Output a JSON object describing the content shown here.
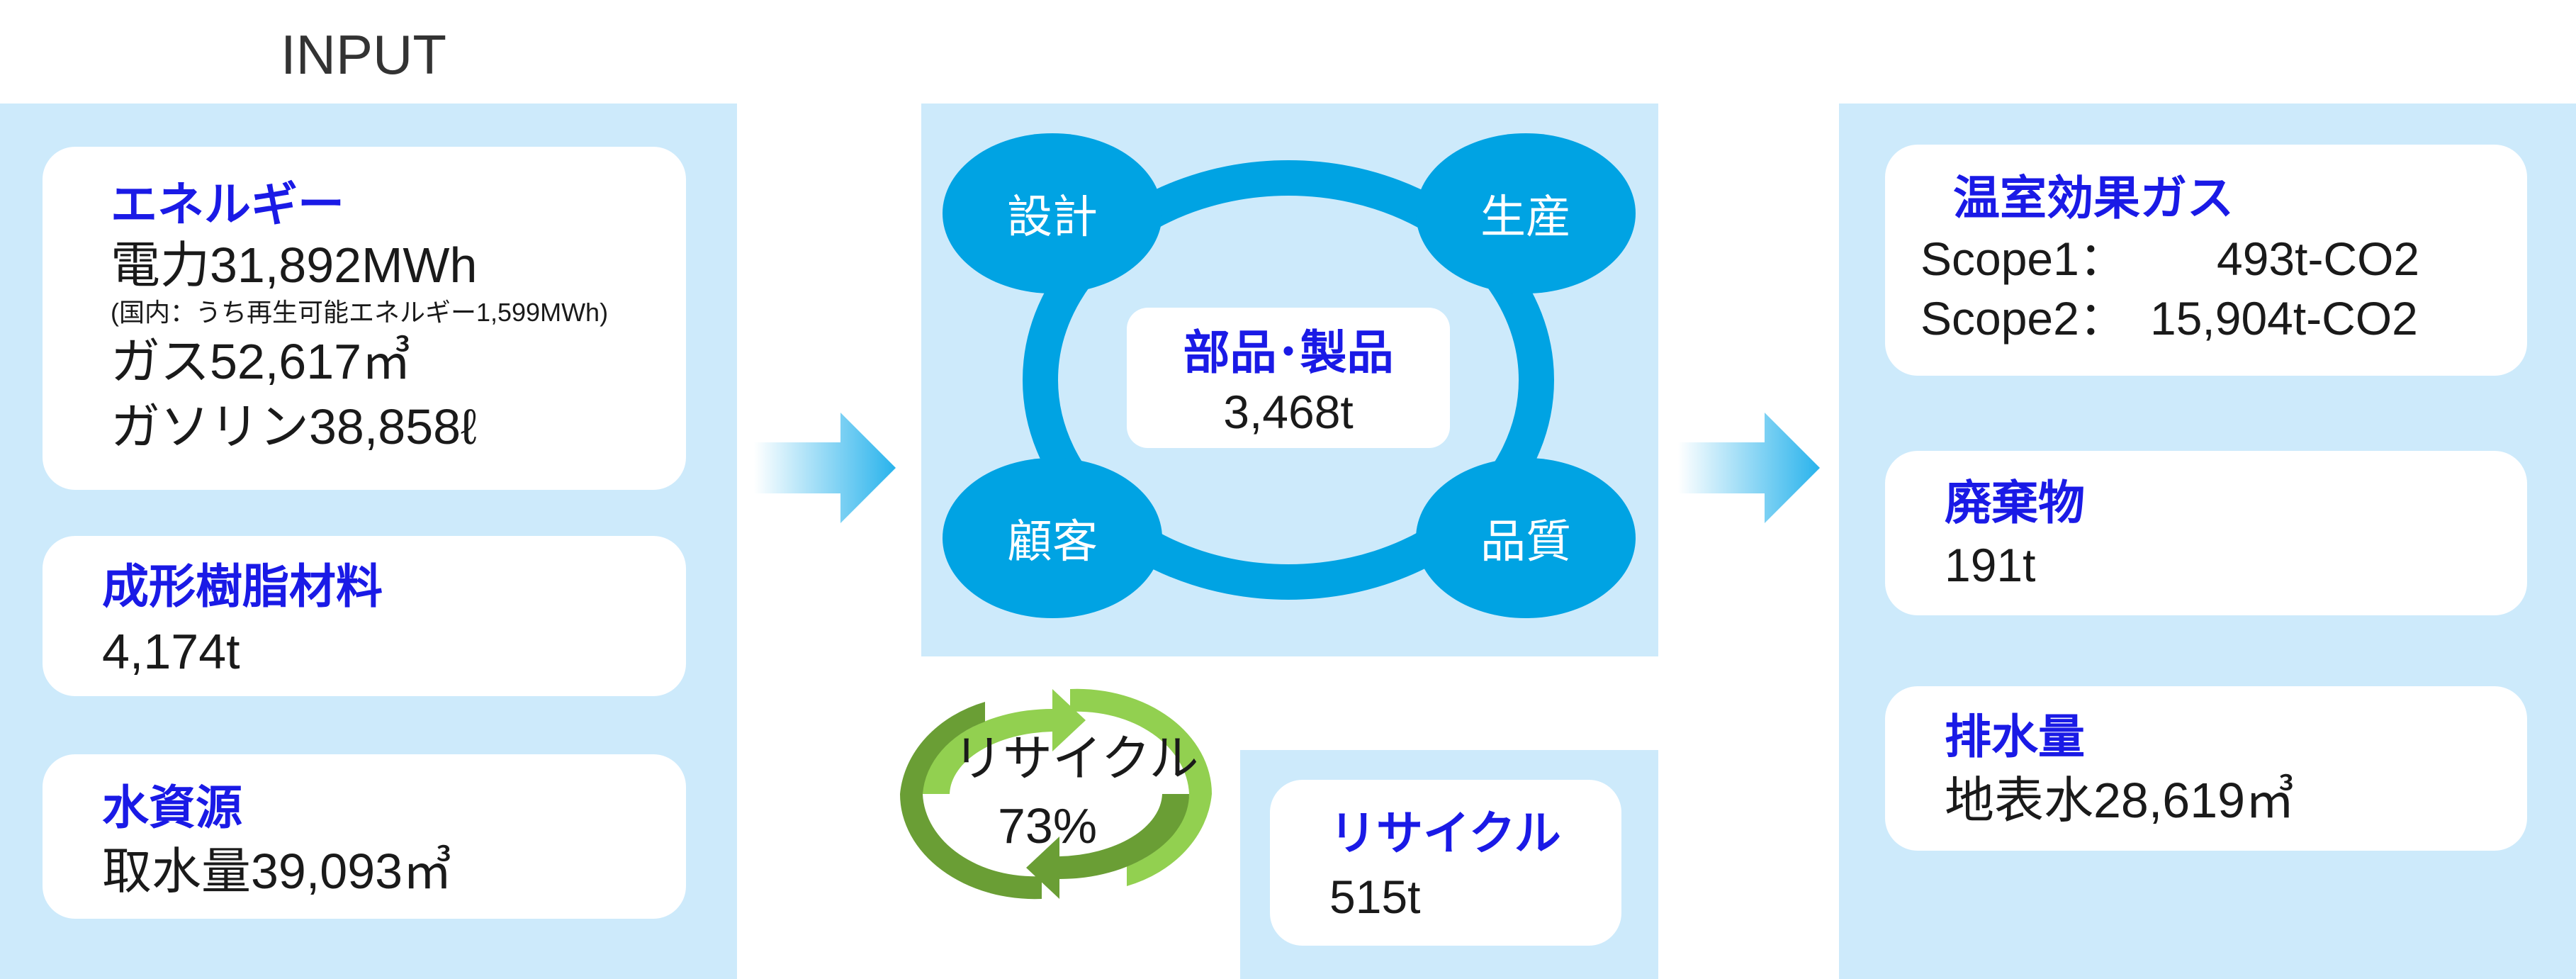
{
  "input_label": "INPUT",
  "input": {
    "energy": {
      "title": "エネルギー",
      "electricity": "電力31,892MWh",
      "electricity_note": "(国内：うち再生可能エネルギー1,599MWh)",
      "gas": "ガス52,617㎥",
      "gasoline": "ガソリン38,858ℓ"
    },
    "resin": {
      "title": "成形樹脂材料",
      "value": "4,174t"
    },
    "water": {
      "title": "水資源",
      "value": "取水量39,093㎥"
    }
  },
  "process": {
    "nodes": [
      "設計",
      "生産",
      "顧客",
      "品質"
    ],
    "center_title": "部品･製品",
    "center_value": "3,468t"
  },
  "recycle_cycle": {
    "label": "リサイクル",
    "rate": "73%"
  },
  "recycle": {
    "title": "リサイクル",
    "value": "515t"
  },
  "output": {
    "ghg": {
      "title": "温室効果ガス",
      "scope1_label": "Scope1：",
      "scope1_value": "493t-CO2",
      "scope2_label": "Scope2：",
      "scope2_value": "15,904t-CO2"
    },
    "waste": {
      "title": "廃棄物",
      "value": "191t"
    },
    "wastewater": {
      "title": "排水量",
      "value": "地表水28,619㎥"
    }
  },
  "colors": {
    "panel": "#cdeafb",
    "node": "#00a3e3",
    "title": "#1a1ae6",
    "arrow": "#29b3ec",
    "recycle_light": "#92d050",
    "recycle_dark": "#6a9e35"
  }
}
